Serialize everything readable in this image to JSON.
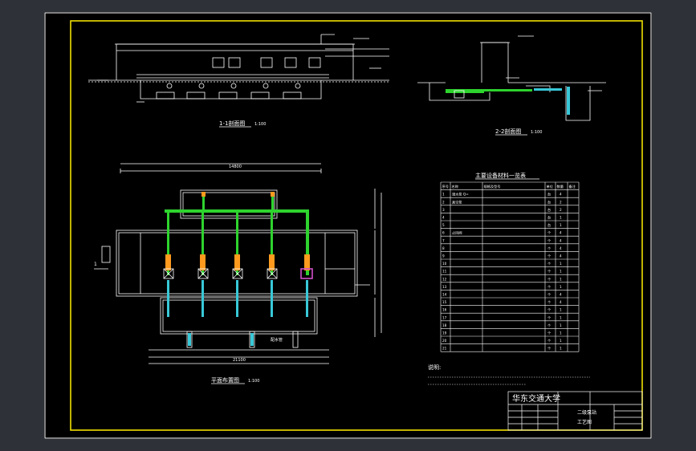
{
  "drawing": {
    "section1_title": "1-1剖面图",
    "section1_scale": "1:100",
    "section2_title": "2-2剖面图",
    "section2_scale": "1:100",
    "plan_title": "平面布置图",
    "plan_scale": "1:100",
    "plan_total_dim": "14800",
    "bottom_total_dim": "21100",
    "section_mark": "1",
    "legend_label": "配水管",
    "colors": {
      "frame": "#f0e000",
      "lines": "#ffffff",
      "pipe_green": "#2ed32e",
      "pipe_cyan": "#38c8d8",
      "valve_orange": "#ff9a1e",
      "highlight_magenta": "#d050c8"
    }
  },
  "equipment_table": {
    "title": "主要设备材料一览表",
    "headers": [
      "序号",
      "名称",
      "规格及型号",
      "单位",
      "数量",
      "备注"
    ],
    "rows": [
      {
        "no": "1",
        "name": "潜水泵 Q=",
        "spec": "",
        "unit": "台",
        "qty": "4"
      },
      {
        "no": "2",
        "name": "真空泵",
        "spec": "",
        "unit": "台",
        "qty": "2"
      },
      {
        "no": "3",
        "name": "",
        "spec": "",
        "unit": "台",
        "qty": "2"
      },
      {
        "no": "4",
        "name": "",
        "spec": "",
        "unit": "台",
        "qty": "1"
      },
      {
        "no": "5",
        "name": "",
        "spec": "",
        "unit": "台",
        "qty": "1"
      },
      {
        "no": "6",
        "name": "止回阀",
        "spec": "",
        "unit": "个",
        "qty": "4"
      },
      {
        "no": "7",
        "name": "",
        "spec": "",
        "unit": "个",
        "qty": "4"
      },
      {
        "no": "8",
        "name": "",
        "spec": "",
        "unit": "个",
        "qty": "4"
      },
      {
        "no": "9",
        "name": "",
        "spec": "",
        "unit": "个",
        "qty": "4"
      },
      {
        "no": "10",
        "name": "",
        "spec": "",
        "unit": "个",
        "qty": "1"
      },
      {
        "no": "11",
        "name": "",
        "spec": "",
        "unit": "个",
        "qty": "1"
      },
      {
        "no": "12",
        "name": "",
        "spec": "",
        "unit": "个",
        "qty": "1"
      },
      {
        "no": "13",
        "name": "",
        "spec": "",
        "unit": "个",
        "qty": "1"
      },
      {
        "no": "14",
        "name": "",
        "spec": "",
        "unit": "个",
        "qty": "4"
      },
      {
        "no": "15",
        "name": "",
        "spec": "",
        "unit": "个",
        "qty": "4"
      },
      {
        "no": "16",
        "name": "",
        "spec": "",
        "unit": "个",
        "qty": "1"
      },
      {
        "no": "17",
        "name": "",
        "spec": "",
        "unit": "个",
        "qty": "1"
      },
      {
        "no": "18",
        "name": "",
        "spec": "",
        "unit": "个",
        "qty": "1"
      },
      {
        "no": "19",
        "name": "",
        "spec": "",
        "unit": "个",
        "qty": "1"
      },
      {
        "no": "20",
        "name": "",
        "spec": "",
        "unit": "个",
        "qty": "1"
      },
      {
        "no": "21",
        "name": "",
        "spec": "",
        "unit": "个",
        "qty": "1"
      }
    ]
  },
  "notes": {
    "title": "说明:"
  },
  "title_block": {
    "school": "华东交通大学",
    "drawing_name": "二级泵站",
    "drawing_type": "工艺图"
  }
}
